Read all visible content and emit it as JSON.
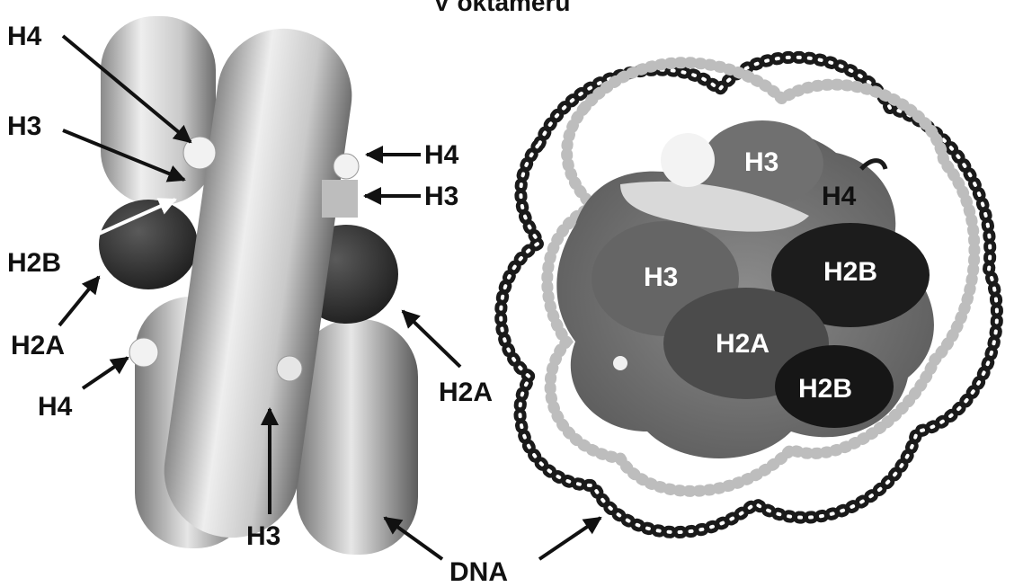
{
  "title": "V oktameru",
  "left_labels": {
    "h4_top": "H4",
    "h3_top": "H3",
    "h2b": "H2B",
    "h2a_left": "H2A",
    "h4_bottom": "H4",
    "h4_right": "H4",
    "h3_right": "H3",
    "h2a_right": "H2A",
    "h3_bottom": "H3"
  },
  "dna_label": "DNA",
  "right_labels": {
    "h3_top": "H3",
    "h4": "H4",
    "h3_left": "H3",
    "h2b_top": "H2B",
    "h2a": "H2A",
    "h2b_bottom": "H2B"
  },
  "colors": {
    "background": "#ffffff",
    "ink": "#111111",
    "histone_light": "#d4d4d4",
    "histone_mid": "#7a7a7a",
    "histone_dark": "#2c2c2c"
  }
}
